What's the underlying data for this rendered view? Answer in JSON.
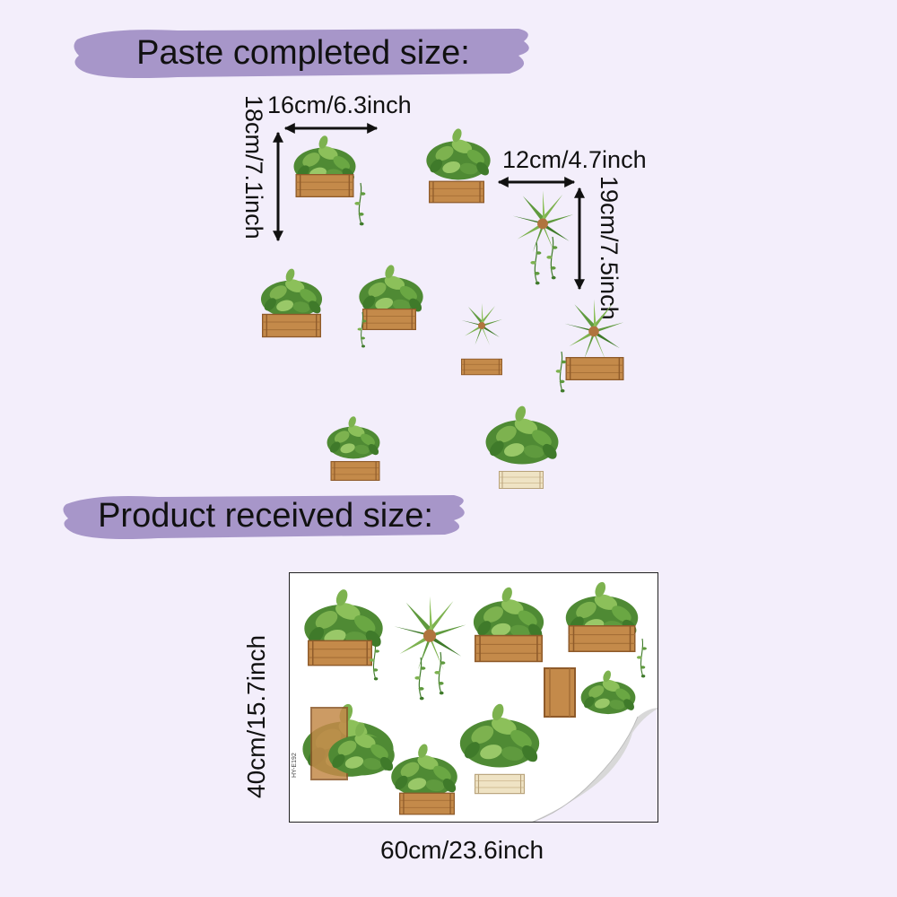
{
  "banners": {
    "paste": "Paste completed size:",
    "received": "Product received size:"
  },
  "dimensions": {
    "width_1": "16cm/6.3inch",
    "height_1": "18cm/7.1inch",
    "width_2": "12cm/4.7inch",
    "height_2": "19cm/7.5inch",
    "sheet_height": "40cm/15.7inch",
    "sheet_width": "60cm/23.6inch"
  },
  "sheet_code": "HY-E192",
  "colors": {
    "background": "#f3eefb",
    "banner": "#a796c9",
    "leaf": "#5f9a3e",
    "leaf_dark": "#3f7a2a",
    "wood": "#c48a4a",
    "wood_dark": "#8e5a2a",
    "wood_light": "#efe3c4"
  },
  "icons": [
    "double-arrow-icon",
    "potted-plant-icon",
    "hanging-plant-icon",
    "page-curl-icon"
  ]
}
